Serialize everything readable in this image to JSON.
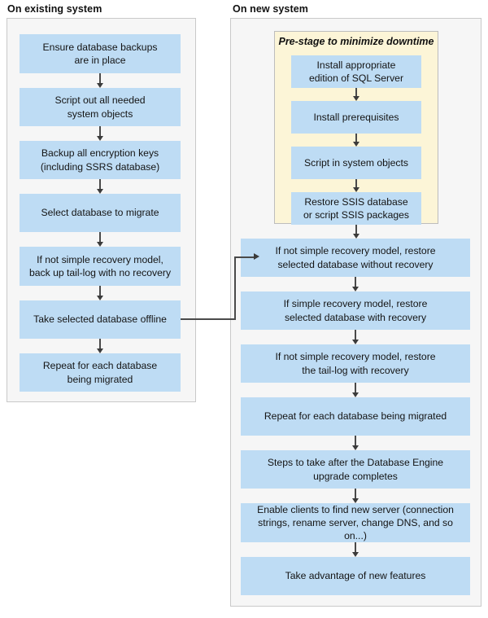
{
  "colors": {
    "box_fill": "#bedcf4",
    "panel_fill": "#f6f6f6",
    "panel_border": "#c9c9c9",
    "prestage_fill": "#fcf5d7",
    "arrow": "#4a4a4a",
    "text": "#141414"
  },
  "columns": {
    "existing": {
      "heading": "On existing system",
      "steps": [
        {
          "line1": "Ensure database backups",
          "line2": "are in place"
        },
        {
          "line1": "Script out all needed",
          "line2": "system objects"
        },
        {
          "line1": "Backup all encryption keys",
          "line2": "(including SSRS database)"
        },
        {
          "line1": "Select database to migrate",
          "line2": ""
        },
        {
          "line1": "If not simple recovery model,",
          "line2": "back up tail-log with no recovery"
        },
        {
          "line1": "Take selected database offline",
          "line2": ""
        },
        {
          "line1": "Repeat for each database",
          "line2": "being migrated"
        }
      ]
    },
    "new": {
      "heading": "On new system",
      "prestage": {
        "title": "Pre-stage to minimize downtime",
        "steps": [
          {
            "line1": "Install appropriate",
            "line2": "edition of SQL Server"
          },
          {
            "line1": "Install prerequisites",
            "line2": ""
          },
          {
            "line1": "Script in system objects",
            "line2": ""
          },
          {
            "line1": "Restore SSIS database",
            "line2": "or script SSIS packages"
          }
        ]
      },
      "steps": [
        {
          "line1": "If not simple recovery model, restore",
          "line2": "selected database without recovery"
        },
        {
          "line1": "If simple recovery model, restore",
          "line2": "selected database with recovery"
        },
        {
          "line1": "If not simple recovery model, restore",
          "line2": "the tail-log with recovery"
        },
        {
          "line1": "Repeat for each database being migrated",
          "line2": ""
        },
        {
          "line1": "Steps to take after the Database Engine",
          "line2": "upgrade completes"
        },
        {
          "line1": "Enable clients to find new server (connection",
          "line2": "strings, rename server, change DNS, and so on...)"
        },
        {
          "line1": "Take advantage of new features",
          "line2": ""
        }
      ]
    }
  },
  "connector": {
    "from_step": "Take selected database offline",
    "to_step": "If not simple recovery model, restore selected database without recovery"
  }
}
